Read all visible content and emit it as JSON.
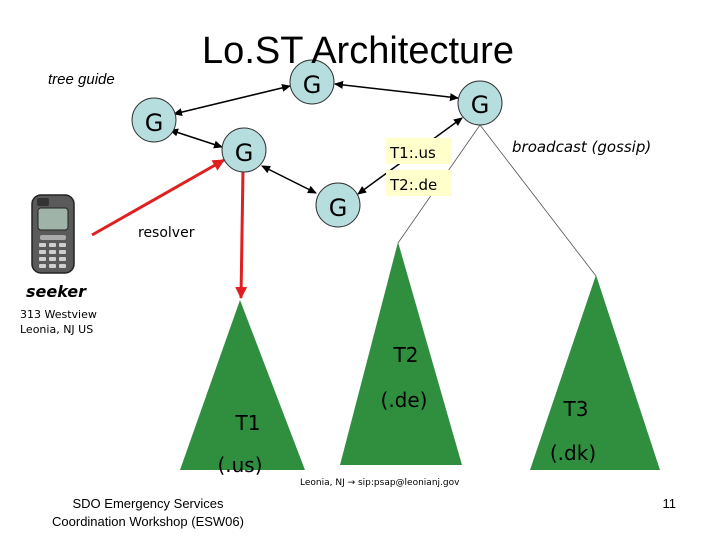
{
  "slide": {
    "title": "Lo.ST Architecture",
    "tree_guide_label": "tree guide",
    "broadcast_label": "broadcast (gossip)",
    "resolver_label": "resolver",
    "seeker_label": "seeker",
    "address_line1": "313 Westview",
    "address_line2": "Leonia, NJ US",
    "mapping_note": "Leonia, NJ → sip:psap@leonianj.gov",
    "footer_line1": "SDO Emergency Services",
    "footer_line2": "Coordination Workshop (ESW06)",
    "page_number": "11"
  },
  "nodes": {
    "top": "G",
    "left": "G",
    "right": "G",
    "middle": "G",
    "lower": "G"
  },
  "table_entries": {
    "row1": "T1:.us",
    "row2": "T2:.de"
  },
  "trees": {
    "t1": {
      "name": "T1",
      "domain": "(.us)"
    },
    "t2": {
      "name": "T2",
      "domain": "(.de)"
    },
    "t3": {
      "name": "T3",
      "domain": "(.dk)"
    }
  },
  "colors": {
    "node_fill": "#b7dede",
    "tree_fill": "#2f8f3f",
    "arrow_red": "#e02020",
    "table_fill": "#ffffcc"
  },
  "icons": {
    "phone": "mobile-phone-icon"
  }
}
